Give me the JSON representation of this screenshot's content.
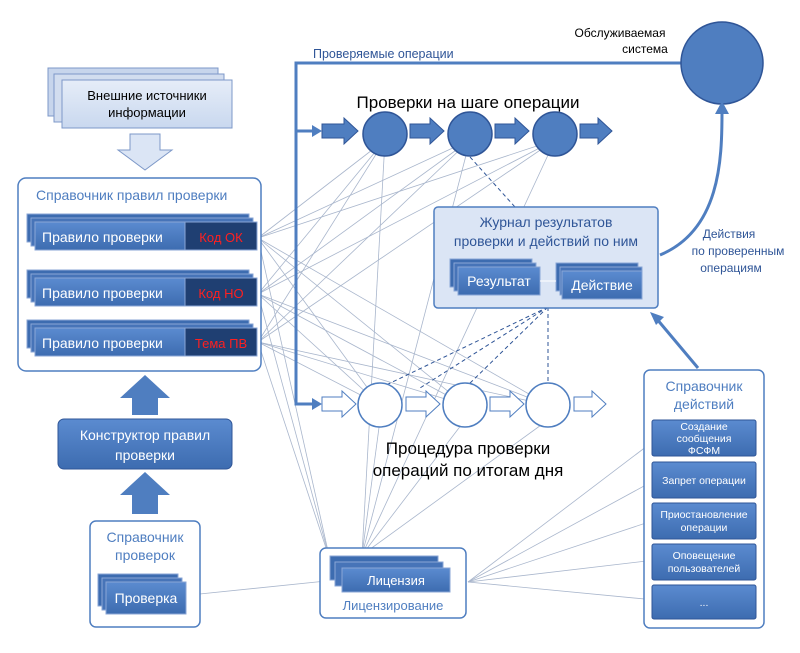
{
  "external_sources": {
    "line1": "Внешние источники",
    "line2": "информации"
  },
  "rules_directory": {
    "title": "Справочник правил проверки",
    "rules": [
      {
        "label": "Правило проверки",
        "code": "Код ОК"
      },
      {
        "label": "Правило проверки",
        "code": "Код НО"
      },
      {
        "label": "Правило проверки",
        "code": "Тема ПВ"
      }
    ]
  },
  "constructor": {
    "line1": "Конструктор правил",
    "line2": "проверки"
  },
  "checks_directory": {
    "title_line1": "Справочник",
    "title_line2": "проверок",
    "item": "Проверка"
  },
  "licensing": {
    "item": "Лицензия",
    "title": "Лицензирование"
  },
  "checked_operations_label": "Проверяемые операции",
  "served_system": {
    "line1": "Обслуживаемая",
    "line2": "система"
  },
  "step_checks_title": "Проверки на шаге операции",
  "journal": {
    "line1": "Журнал результатов",
    "line2": "проверки и действий по ним",
    "result": "Результат",
    "action": "Действие"
  },
  "actions_label": {
    "line1": "Действия",
    "line2": "по проверенным",
    "line3": "операциям"
  },
  "daily_procedure": {
    "line1": "Процедура проверки",
    "line2": "операций по итогам дня"
  },
  "actions_directory": {
    "title_line1": "Справочник",
    "title_line2": "действий",
    "items": [
      {
        "line1": "Создание",
        "line2": "сообщения",
        "line3": "ФСФМ"
      },
      {
        "line1": "Запрет операции"
      },
      {
        "line1": "Приостановление",
        "line2": "операции"
      },
      {
        "line1": "Оповещение",
        "line2": "пользователей"
      },
      {
        "line1": "..."
      }
    ]
  },
  "colors": {
    "primary": "#4f7ec0",
    "dark": "#2f5597",
    "light_fill": "#dbe5f5",
    "accent_red": "#ff2020",
    "line": "#9aa9c4"
  }
}
